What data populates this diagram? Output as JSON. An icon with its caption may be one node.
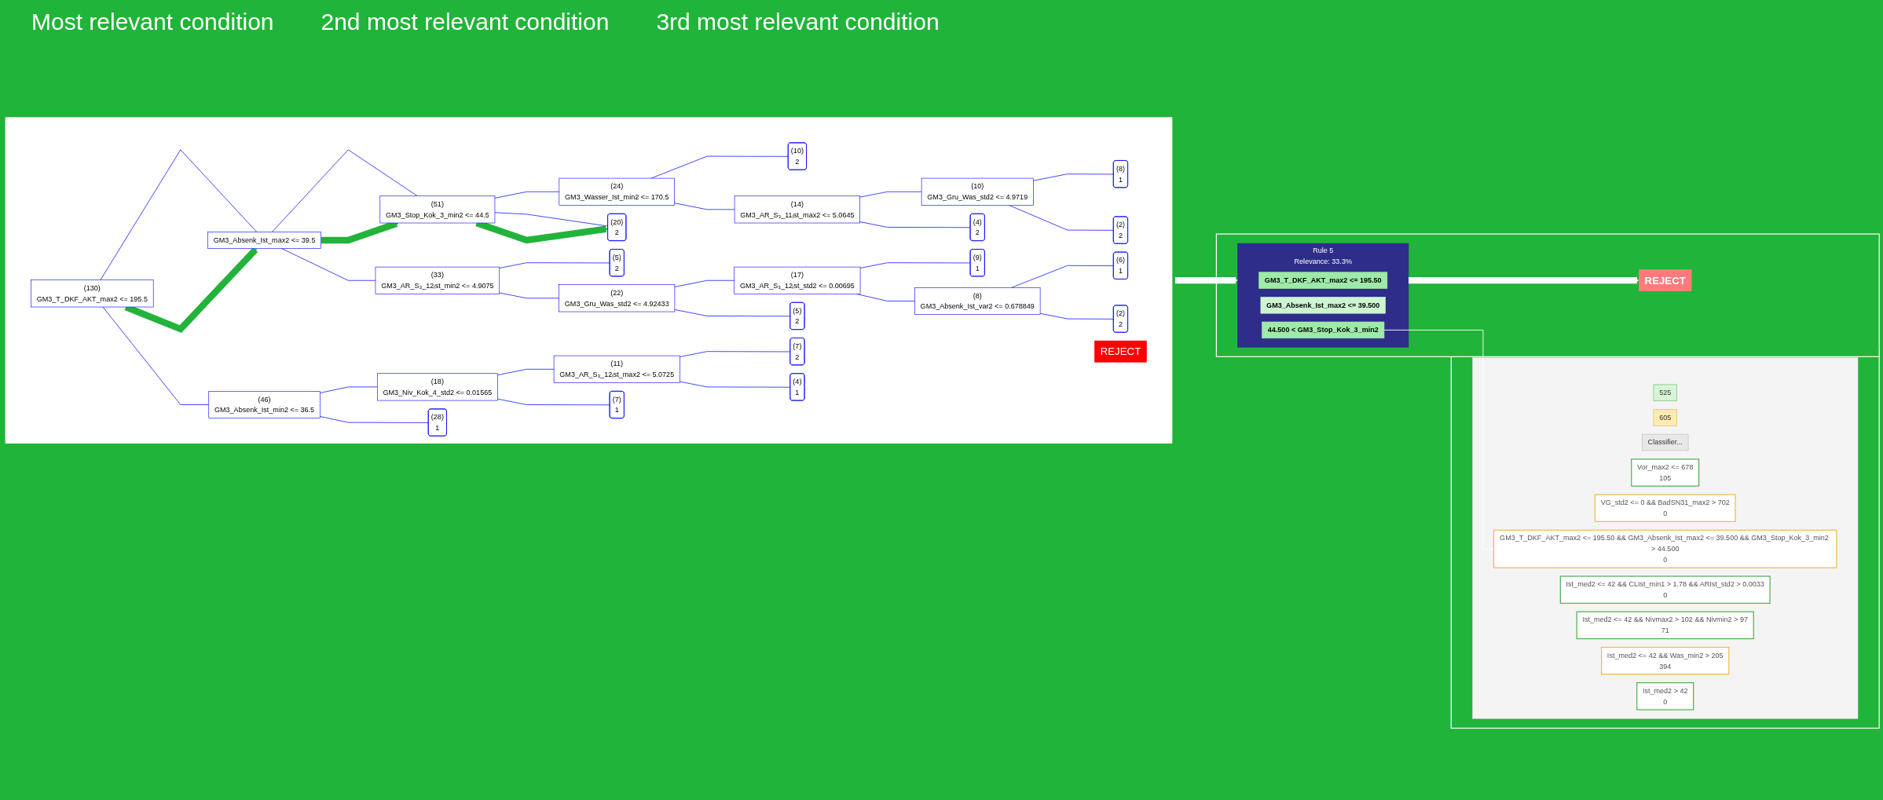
{
  "diagram": {
    "nodes": [
      {
        "text": [],
        "shape": "box"
      },
      {
        "text": [
          "(130)",
          "GM3_T_DKF_AKT_max2 <= 195.5"
        ],
        "in": 0
      },
      {
        "text": [
          "GM3_Absenk_Ist_max2 <= 39.5"
        ],
        "in": 0
      },
      {
        "text": [
          "(46)",
          "GM3_Absenk_Ist_min2 <= 36.5"
        ],
        "in": 0
      },
      {
        "text": [
          "(51)",
          "GM3_Stop_Kok_3_min2 <= 44.5"
        ],
        "in": 0
      },
      {
        "text": [
          "(33)",
          "GM3_AR_S₃_12ᵢst_min2 <= 4.9075"
        ],
        "in": 0
      },
      {
        "text": [
          "(18)",
          "GM3_Niv_Kok_4_std2 <= 0.01565"
        ],
        "in": 0
      },
      {
        "text": [
          "(28)",
          "1"
        ],
        "in": 0
      },
      {
        "text": [
          "(24)",
          "GM3_Wasser_Ist_min2 <= 170.5"
        ],
        "in": 0
      },
      {
        "text": [
          "(20)",
          "2"
        ],
        "in": 0
      },
      {
        "text": [
          "(5)",
          "2"
        ],
        "in": 0
      },
      {
        "text": [
          "(22)",
          "GM3_Gru_Was_std2 <= 4.92433"
        ],
        "in": 0
      },
      {
        "text": [
          "(11)",
          "GM3_AR_S₃_12ᵢst_max2 <= 5.0725"
        ],
        "in": 0
      },
      {
        "text": [
          "(7)",
          "1"
        ],
        "in": 0
      },
      {
        "text": [
          "REJECT"
        ],
        "in": 0
      },
      {
        "text": [
          "(10)",
          "2"
        ],
        "in": 0
      },
      {
        "text": [
          "(14)",
          "GM3_AR_S₃_11ᵢst_max2 <= 5.0645"
        ],
        "in": 0
      },
      {
        "text": [
          "(17)",
          "GM3_AR_S₃_12ᵢst_std2 <= 0.00695"
        ],
        "in": 0
      },
      {
        "text": [
          "(5)",
          "2"
        ],
        "in": 0
      },
      {
        "text": [
          "(7)",
          "2"
        ],
        "in": 0
      },
      {
        "text": [
          "(4)",
          "1"
        ],
        "in": 0
      },
      {
        "text": [
          "(10)",
          "GM3_Gru_Was_std2 <= 4.9719"
        ],
        "in": 0
      },
      {
        "text": [
          "(4)",
          "2"
        ],
        "in": 0
      },
      {
        "text": [
          "(9)",
          "1"
        ],
        "in": 0
      },
      {
        "text": [
          "(8)",
          "GM3_Absenk_Ist_var2 <= 0.678849"
        ],
        "in": 0
      },
      {
        "text": [
          "(8)",
          "1"
        ],
        "in": 0
      },
      {
        "text": [
          "(2)",
          "2"
        ],
        "in": 0
      },
      {
        "text": [
          "(6)",
          "1"
        ],
        "in": 0
      },
      {
        "text": [
          "(2)",
          "2"
        ],
        "in": 0
      },
      {
        "text": [],
        "shape": "box"
      },
      {
        "text": [
          "Rule 5",
          "Relevance: 33.3%"
        ],
        "in": 29
      },
      {
        "text": [
          "GM3_T_DKF_AKT_max2 <= 195.50"
        ],
        "in": 30
      },
      {
        "text": [
          "GM3_Absenk_Ist_max2 <= 39.500"
        ],
        "in": 30
      },
      {
        "text": [
          "44.500 < GM3_Stop_Kok_3_min2"
        ],
        "in": 30
      },
      {
        "text": [
          "REJECT"
        ],
        "in": 29
      },
      {
        "text": [],
        "shape": "box"
      },
      {
        "text": [],
        "shape": "box",
        "in": 35
      },
      {
        "text": [
          "525"
        ],
        "in": 36
      },
      {
        "text": [
          "605"
        ],
        "in": 36
      },
      {
        "text": [
          "Classifier..."
        ],
        "in": 36
      },
      {
        "text": [
          "Vor_max2 <= 678",
          "105"
        ],
        "in": 36
      },
      {
        "text": [
          "VG_std2 <= 0 && BadSN31_max2 > 702",
          "0"
        ],
        "in": 36
      },
      {
        "text": [
          "GM3_T_DKF_AKT_max2 <= 195.50 && GM3_Absenk_Ist_max2 <= 39.500 && GM3_Stop_Kok_3_min2 > 44.500",
          "0"
        ],
        "in": 36
      },
      {
        "text": [
          "Ist_med2 <= 42 && CLIst_min1 > 1.78 && ARIst_std2 > 0.0033",
          "0"
        ],
        "in": 36
      },
      {
        "text": [
          "Ist_med2 <= 42 && Nivmax2 > 102 && Nivmin2 > 97",
          "71"
        ],
        "in": 36
      },
      {
        "text": [
          "Ist_med2 <= 42 && Was_min2 > 205",
          "394"
        ],
        "in": 36
      },
      {
        "text": [
          "Ist_med2 > 42",
          "0"
        ],
        "in": 36
      }
    ],
    "edges": [
      {
        "from": 1,
        "to": 2,
        "arrow": "none"
      },
      {
        "from": 1,
        "to": 3,
        "arrow": "none"
      },
      {
        "from": 2,
        "to": 4,
        "arrow": "none"
      },
      {
        "from": 2,
        "to": 5,
        "arrow": "none"
      },
      {
        "from": 3,
        "to": 6,
        "arrow": "none"
      },
      {
        "from": 3,
        "to": 7,
        "arrow": "none"
      },
      {
        "from": 4,
        "to": 8,
        "arrow": "none"
      },
      {
        "from": 4,
        "to": 9,
        "arrow": "none"
      },
      {
        "from": 5,
        "to": 10,
        "arrow": "none"
      },
      {
        "from": 5,
        "to": 11,
        "arrow": "none"
      },
      {
        "from": 6,
        "to": 12,
        "arrow": "none"
      },
      {
        "from": 6,
        "to": 13,
        "arrow": "none"
      },
      {
        "from": 8,
        "to": 15,
        "arrow": "none"
      },
      {
        "from": 8,
        "to": 16,
        "arrow": "none"
      },
      {
        "from": 11,
        "to": 17,
        "arrow": "none"
      },
      {
        "from": 11,
        "to": 18,
        "arrow": "none"
      },
      {
        "from": 12,
        "to": 19,
        "arrow": "none"
      },
      {
        "from": 12,
        "to": 20,
        "arrow": "none"
      },
      {
        "from": 16,
        "to": 21,
        "arrow": "none"
      },
      {
        "from": 16,
        "to": 22,
        "arrow": "none"
      },
      {
        "from": 17,
        "to": 23,
        "arrow": "none"
      },
      {
        "from": 17,
        "to": 24,
        "arrow": "none"
      },
      {
        "from": 21,
        "to": 25,
        "arrow": "none"
      },
      {
        "from": 21,
        "to": 26,
        "arrow": "none"
      },
      {
        "from": 24,
        "to": 27,
        "arrow": "none"
      },
      {
        "from": 24,
        "to": 28,
        "arrow": "none"
      },
      {
        "from": 1,
        "to": 2,
        "arrow": "to",
        "style": "thick",
        "color": "#22b33a"
      },
      {
        "from": 2,
        "to": 4,
        "arrow": "to",
        "style": "thick",
        "color": "#22b33a"
      },
      {
        "from": 4,
        "to": 9,
        "arrow": "to",
        "style": "thick",
        "color": "#22b33a"
      },
      {
        "from": 0,
        "to": 30,
        "arrow": "to",
        "style": "thick",
        "color": "#ffffff"
      },
      {
        "from": 30,
        "to": 34,
        "arrow": "to",
        "style": "thick",
        "color": "#ffffff"
      },
      {
        "from": 33,
        "to": 42,
        "arrow": "to",
        "color": "#ffffff"
      }
    ],
    "labels": [
      "Most relevant condition",
      "2nd most relevant condition",
      "3rd most relevant condition"
    ]
  }
}
